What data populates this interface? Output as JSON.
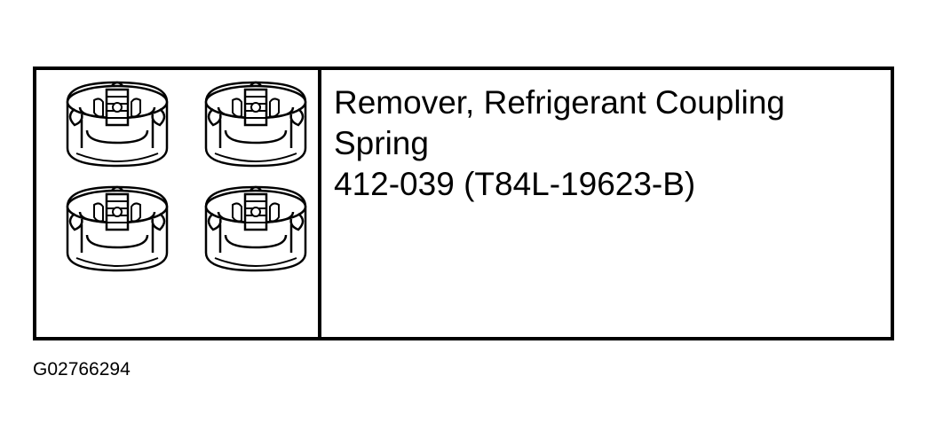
{
  "tool": {
    "name": "Remover, Refrigerant Coupling",
    "name_line2": "Spring",
    "part_number": "412-039 (T84L-19623-B)"
  },
  "illustration": {
    "icon": "spring-coupling-remover-icon",
    "count": 4
  },
  "figure": {
    "id": "G02766294"
  }
}
